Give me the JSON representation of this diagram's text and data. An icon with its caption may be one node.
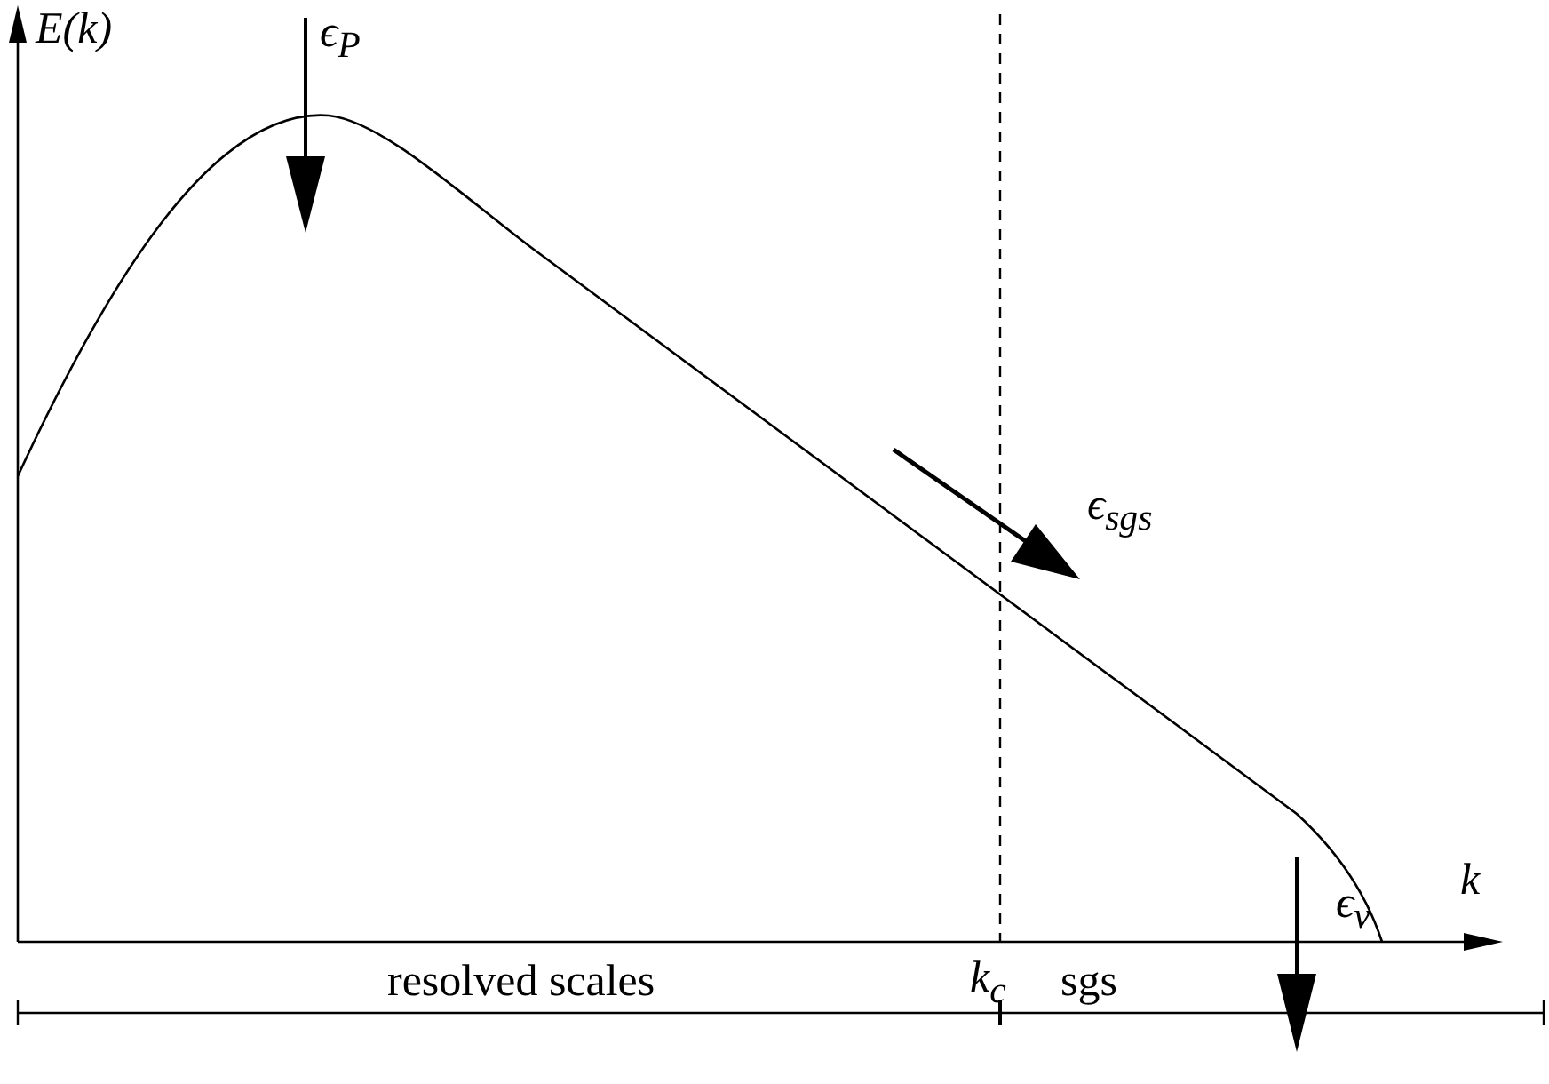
{
  "diagram": {
    "labels": [
      "E(k)",
      "ϵ$_{P}$",
      "ϵ$_{sgs}$",
      "k",
      "ϵ$_{v}$",
      "k$_{c}$",
      "resolved scales",
      "sgs"
    ]
  }
}
